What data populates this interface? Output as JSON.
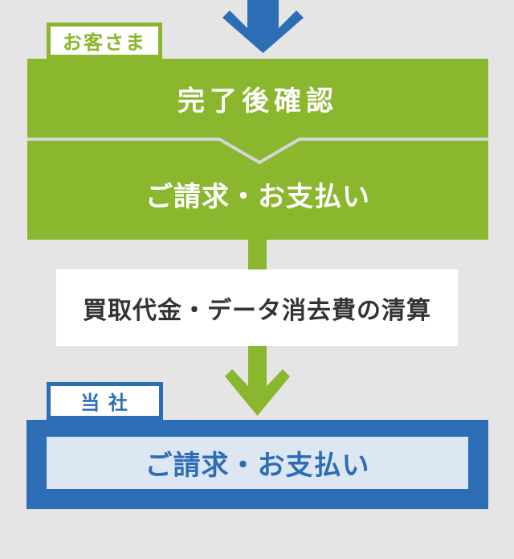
{
  "diagram": {
    "type": "vertical-process-flow",
    "actors": {
      "customer_label": "お客さま",
      "company_label": "当 社"
    },
    "customer_section": {
      "step1": "完了後確認",
      "step2": "ご請求・お支払い"
    },
    "transition_note": "買取代金・データ消去費の清算",
    "company_section": {
      "step3": "ご請求・お支払い"
    },
    "icons": [
      {
        "name": "down-arrow-blue-icon",
        "meaning": "flow into customer steps"
      },
      {
        "name": "chevron-divider-icon",
        "meaning": "next step inside customer block"
      },
      {
        "name": "down-arrow-green-icon",
        "meaning": "flow from customer to company"
      }
    ],
    "colors": {
      "green": "#8ab72e",
      "blue": "#2d6db5",
      "light_blue": "#dde7f3",
      "background": "#e5e5e5",
      "divider_line": "#d6d6d6",
      "note_text": "#333333",
      "white": "#ffffff"
    }
  }
}
